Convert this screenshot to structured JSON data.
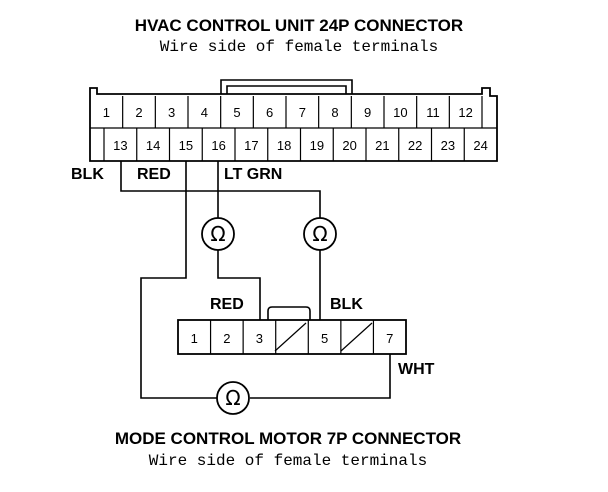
{
  "top_connector": {
    "title": "HVAC CONTROL UNIT 24P CONNECTOR",
    "subtitle": "Wire side of female terminals",
    "row1_pins": [
      "1",
      "2",
      "3",
      "4",
      "5",
      "6",
      "7",
      "8",
      "9",
      "10",
      "11",
      "12"
    ],
    "row2_pins": [
      "13",
      "14",
      "15",
      "16",
      "17",
      "18",
      "19",
      "20",
      "21",
      "22",
      "23",
      "24"
    ]
  },
  "bottom_connector": {
    "title": "MODE CONTROL MOTOR 7P CONNECTOR",
    "subtitle": "Wire side of female terminals",
    "pins": [
      "1",
      "2",
      "3",
      "",
      "5",
      "",
      "7"
    ]
  },
  "wire_labels": {
    "blk_top": "BLK",
    "red_top": "RED",
    "lt_grn": "LT GRN",
    "red_bottom": "RED",
    "blk_bottom": "BLK",
    "wht": "WHT"
  },
  "meters": {
    "symbol": "Ω"
  }
}
